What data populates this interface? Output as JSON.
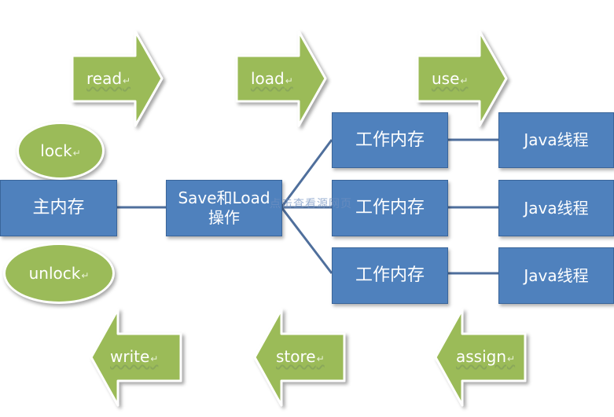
{
  "arrows_top": [
    {
      "label": "read",
      "direction": "right",
      "color": "#9bbb59"
    },
    {
      "label": "load",
      "direction": "right",
      "color": "#9bbb59"
    },
    {
      "label": "use",
      "direction": "right",
      "color": "#9bbb59"
    }
  ],
  "arrows_bottom": [
    {
      "label": "write",
      "direction": "left",
      "color": "#9bbb59"
    },
    {
      "label": "store",
      "direction": "left",
      "color": "#9bbb59"
    },
    {
      "label": "assign",
      "direction": "left",
      "color": "#9bbb59"
    }
  ],
  "ovals": {
    "lock": "lock",
    "unlock": "unlock"
  },
  "boxes": {
    "main_memory": "主内存",
    "save_load_line1": "Save和Load",
    "save_load_line2": "操作",
    "working_memory": [
      "工作内存",
      "工作内存",
      "工作内存"
    ],
    "java_thread": [
      "Java线程",
      "Java线程",
      "Java线程"
    ]
  },
  "watermark": "点击查看源网页",
  "colors": {
    "box_blue": "#4f81bd",
    "arrow_green": "#9bbb59",
    "connector": "#4f6f9c"
  }
}
